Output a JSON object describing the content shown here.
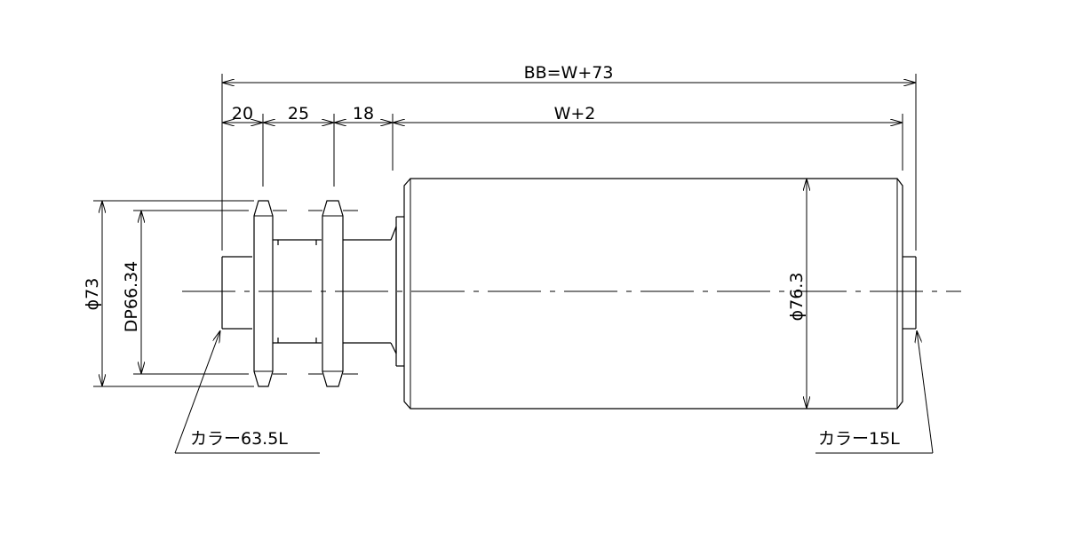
{
  "dimensions": {
    "overall": "BB=W+73",
    "seg1": "20",
    "seg2": "25",
    "seg3": "18",
    "body_width": "W+2",
    "shaft_diameter": "ϕ73",
    "pitch_diameter": "DP66.34",
    "roller_diameter": "ϕ76.3"
  },
  "callouts": {
    "left_collar": "カラー63.5L",
    "right_collar": "カラー15L"
  }
}
